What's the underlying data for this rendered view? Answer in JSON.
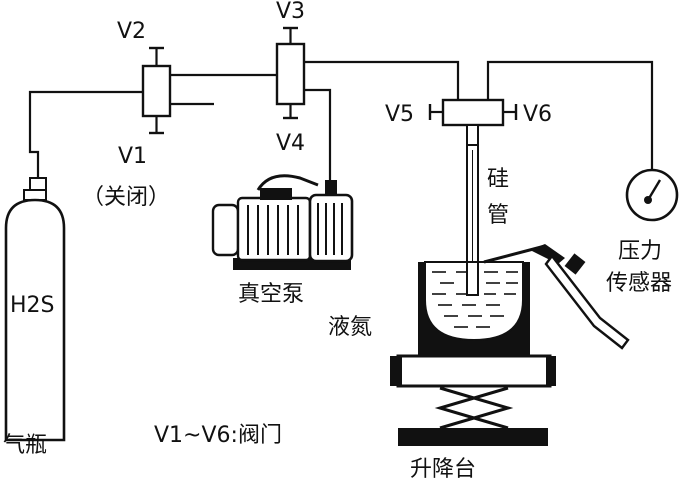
{
  "labels": {
    "v1": "V1",
    "v1_state": "（关闭）",
    "v2": "V2",
    "v3": "V3",
    "v4": "V4",
    "v5": "V5",
    "v6": "V6",
    "gas_cylinder_content": "H2S",
    "gas_cylinder": "气瓶",
    "vacuum_pump": "真空泵",
    "silicon_tube": "硅管",
    "liquid_nitrogen": "液氮",
    "pressure_sensor_line1": "压力",
    "pressure_sensor_line2": "传感器",
    "lift_table": "升降台",
    "valve_legend": "V1~V6:阀门"
  }
}
